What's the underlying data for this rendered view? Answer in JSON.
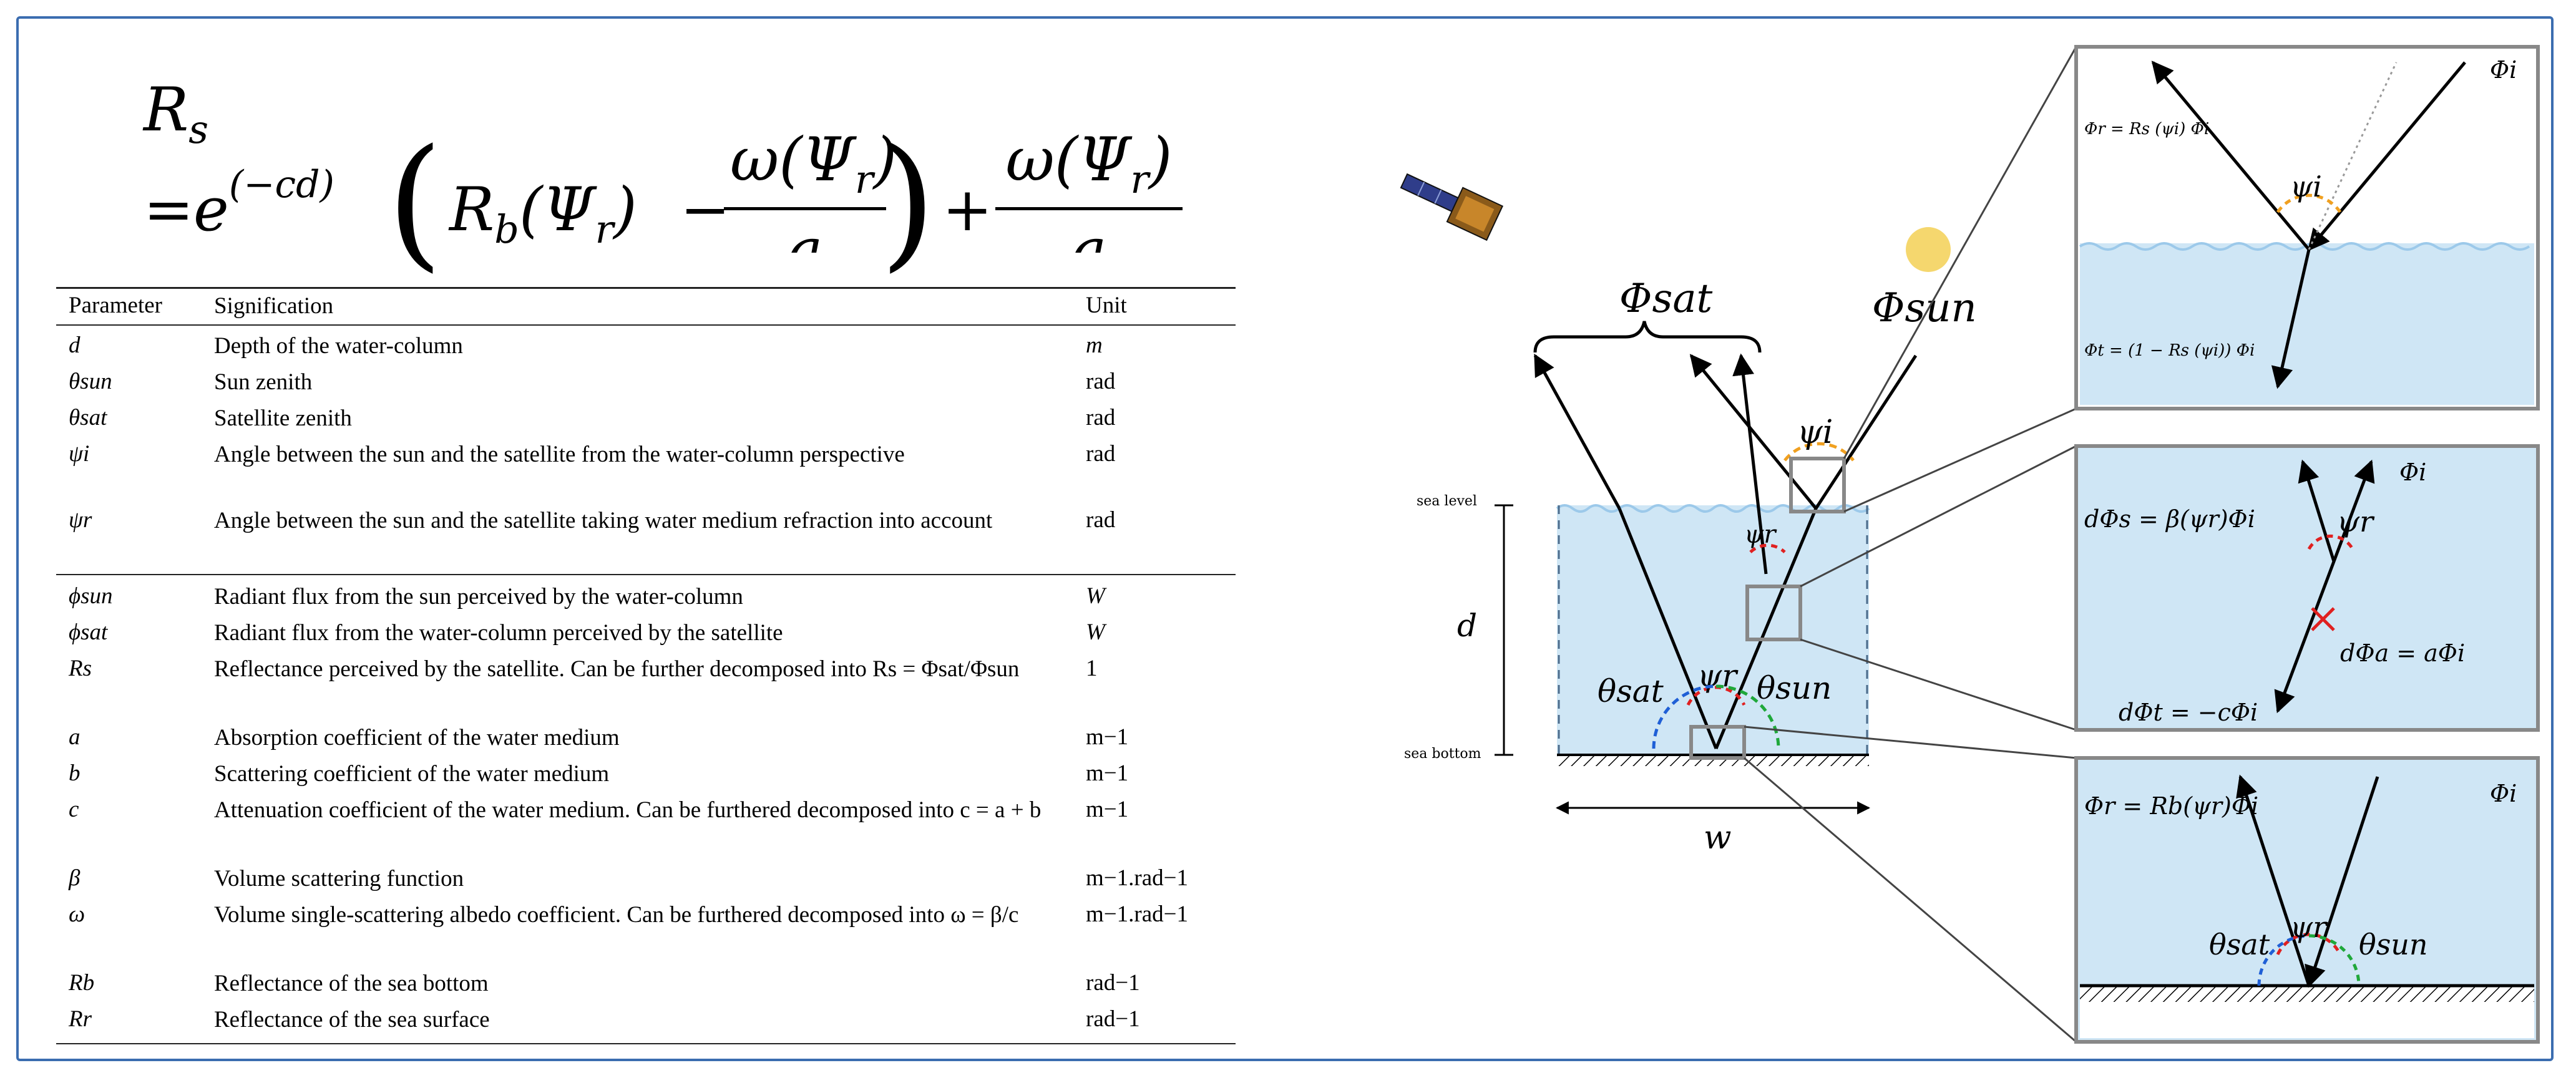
{
  "equation": {
    "lhs": "R",
    "lhs_sub": "s",
    "eq": "=",
    "exp_base": "e",
    "exp_power": "(−cd)",
    "paren_open": "(",
    "paren_close": ")",
    "rb": "R",
    "rb_sub": "b",
    "rb_arg": "(Ψ",
    "rb_arg_sub": "r",
    "rb_arg_close": ")",
    "minus": "−",
    "frac_num": "ω(Ψ",
    "frac_num_sub": "r",
    "frac_num_close": ")",
    "frac_den": "a",
    "plus": "+"
  },
  "table": {
    "headers": [
      "Parameter",
      "Signification",
      "Unit"
    ],
    "rows": [
      {
        "symbol": "d",
        "signification": "Depth of the water-column",
        "unit": "m"
      },
      {
        "symbol": "θsun",
        "signification": "Sun zenith",
        "unit": "rad"
      },
      {
        "symbol": "θsat",
        "signification": "Satellite zenith",
        "unit": "rad"
      },
      {
        "symbol": "ψi",
        "signification": "Angle between the sun and the satellite from the water-column perspective",
        "unit": "rad"
      },
      {
        "symbol": "ψr",
        "signification": "Angle between the sun and the satellite taking water medium refraction into account",
        "unit": "rad"
      },
      {
        "symbol": "ϕsun",
        "signification": "Radiant flux from the sun perceived by the water-column",
        "unit": "W"
      },
      {
        "symbol": "ϕsat",
        "signification": "Radiant flux from the water-column perceived by the satellite",
        "unit": "W"
      },
      {
        "symbol": "Rs",
        "signification": "Reflectance perceived by the satellite. Can be further decomposed into Rs = Φsat/Φsun",
        "unit": "1"
      },
      {
        "symbol": "a",
        "signification": "Absorption coefficient of the water medium",
        "unit": "m−1"
      },
      {
        "symbol": "b",
        "signification": "Scattering coefficient of the water medium",
        "unit": "m−1"
      },
      {
        "symbol": "c",
        "signification": "Attenuation coefficient of the water medium. Can be furthered decomposed into c = a + b",
        "unit": "m−1"
      },
      {
        "symbol": "β",
        "signification": "Volume scattering function",
        "unit": "m−1.rad−1"
      },
      {
        "symbol": "ω",
        "signification": "Volume single-scattering albedo coefficient. Can be furthered decomposed into ω = β/c",
        "unit": "m−1.rad−1"
      },
      {
        "symbol": "Rb",
        "signification": "Reflectance of the sea bottom",
        "unit": "rad−1"
      },
      {
        "symbol": "Rr",
        "signification": "Reflectance of the sea surface",
        "unit": "rad−1"
      }
    ]
  },
  "diagram": {
    "phi_sat": "Φsat",
    "phi_sun": "Φsun",
    "psi_i": "ψi",
    "psi_r": "ψr",
    "theta_sat": "θsat",
    "theta_sun": "θsun",
    "sea_level": "sea level",
    "sea_bottom": "sea bottom",
    "depth": "d",
    "width": "w",
    "colors": {
      "water": "#cfe6f5",
      "wave": "#9cc9ea",
      "sun": "#f5d76e",
      "sat_arc": "#1f5fd6",
      "sun_arc": "#1fa83a",
      "red_arc": "#e02020",
      "orange_arc": "#f0a020",
      "box": "#888888"
    },
    "panel_top": {
      "phi_i": "Φi",
      "psi_i": "ψi",
      "reflect": "Φr = Rs (ψi) Φi",
      "transmit": "Φt = (1 − Rs (ψi)) Φi"
    },
    "panel_mid": {
      "phi_i": "Φi",
      "psi_r": "ψr",
      "scatter": "dΦs = β(ψr)Φi",
      "absorb": "dΦa = aΦi",
      "atten": "dΦt = −cΦi"
    },
    "panel_bot": {
      "phi_i": "Φi",
      "psi_r": "ψr",
      "reflect": "Φr = Rb(ψr)Φi",
      "theta_sat": "θsat",
      "theta_sun": "θsun"
    }
  }
}
